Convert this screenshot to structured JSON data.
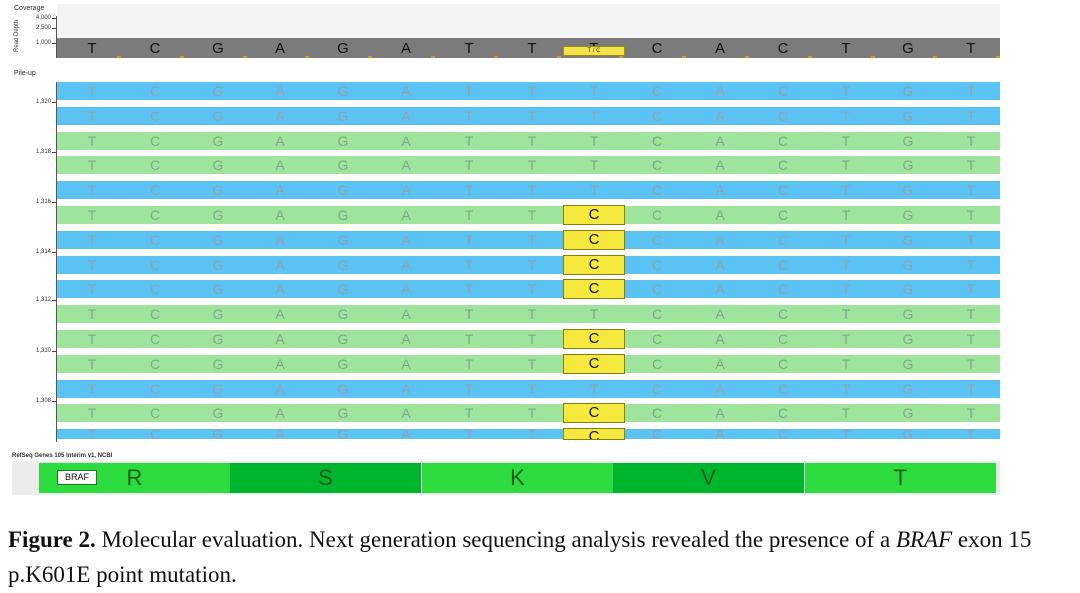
{
  "coverage": {
    "panel_label": "Coverage",
    "axis_label": "Read Depth",
    "ticks": [
      "4,000",
      "2,500",
      "1,000"
    ],
    "reference_bases": [
      "T",
      "C",
      "G",
      "A",
      "G",
      "A",
      "T",
      "T",
      "T",
      "C",
      "A",
      "C",
      "T",
      "G",
      "T"
    ],
    "variant_column": 8,
    "variant_label": "T / C"
  },
  "pileup": {
    "panel_label": "Pile-up",
    "position_ticks": [
      "1,320",
      "1,318",
      "1,316",
      "1,314",
      "1,312",
      "1,310",
      "1,308"
    ],
    "reads": [
      {
        "strand": "forward",
        "color": "blue",
        "bases": [
          "T",
          "C",
          "G",
          "A",
          "G",
          "A",
          "T",
          "T",
          "T",
          "C",
          "A",
          "C",
          "T",
          "G",
          "T"
        ]
      },
      {
        "strand": "forward",
        "color": "blue",
        "bases": [
          "T",
          "C",
          "G",
          "A",
          "G",
          "A",
          "T",
          "T",
          "T",
          "C",
          "A",
          "C",
          "T",
          "G",
          "T"
        ]
      },
      {
        "strand": "reverse",
        "color": "green",
        "bases": [
          "T",
          "C",
          "G",
          "A",
          "G",
          "A",
          "T",
          "T",
          "T",
          "C",
          "A",
          "C",
          "T",
          "G",
          "T"
        ]
      },
      {
        "strand": "reverse",
        "color": "green",
        "bases": [
          "T",
          "C",
          "G",
          "A",
          "G",
          "A",
          "T",
          "T",
          "T",
          "C",
          "A",
          "C",
          "T",
          "G",
          "T"
        ]
      },
      {
        "strand": "forward",
        "color": "blue",
        "bases": [
          "T",
          "C",
          "G",
          "A",
          "G",
          "A",
          "T",
          "T",
          "T",
          "C",
          "A",
          "C",
          "T",
          "G",
          "T"
        ]
      },
      {
        "strand": "reverse",
        "color": "green",
        "bases": [
          "T",
          "C",
          "G",
          "A",
          "G",
          "A",
          "T",
          "T",
          "C",
          "C",
          "A",
          "C",
          "T",
          "G",
          "T"
        ],
        "variant": true
      },
      {
        "strand": "forward",
        "color": "blue",
        "bases": [
          "T",
          "C",
          "G",
          "A",
          "G",
          "A",
          "T",
          "T",
          "C",
          "C",
          "A",
          "C",
          "T",
          "G",
          "T"
        ],
        "variant": true
      },
      {
        "strand": "forward",
        "color": "blue",
        "bases": [
          "T",
          "C",
          "G",
          "A",
          "G",
          "A",
          "T",
          "T",
          "C",
          "C",
          "A",
          "C",
          "T",
          "G",
          "T"
        ],
        "variant": true
      },
      {
        "strand": "forward",
        "color": "blue",
        "bases": [
          "T",
          "C",
          "G",
          "A",
          "G",
          "A",
          "T",
          "T",
          "C",
          "C",
          "A",
          "C",
          "T",
          "G",
          "T"
        ],
        "variant": true
      },
      {
        "strand": "reverse",
        "color": "green",
        "bases": [
          "T",
          "C",
          "G",
          "A",
          "G",
          "A",
          "T",
          "T",
          "T",
          "C",
          "A",
          "C",
          "T",
          "G",
          "T"
        ]
      },
      {
        "strand": "reverse",
        "color": "green",
        "bases": [
          "T",
          "C",
          "G",
          "A",
          "G",
          "A",
          "T",
          "T",
          "C",
          "C",
          "A",
          "C",
          "T",
          "G",
          "T"
        ],
        "variant": true
      },
      {
        "strand": "reverse",
        "color": "green",
        "bases": [
          "T",
          "C",
          "G",
          "A",
          "G",
          "A",
          "T",
          "T",
          "C",
          "C",
          "A",
          "C",
          "T",
          "G",
          "T"
        ],
        "variant": true
      },
      {
        "strand": "forward",
        "color": "blue",
        "bases": [
          "T",
          "C",
          "G",
          "A",
          "G",
          "A",
          "T",
          "T",
          "T",
          "C",
          "A",
          "C",
          "T",
          "G",
          "T"
        ]
      },
      {
        "strand": "reverse",
        "color": "green",
        "bases": [
          "T",
          "C",
          "G",
          "A",
          "G",
          "A",
          "T",
          "T",
          "C",
          "C",
          "A",
          "C",
          "T",
          "G",
          "T"
        ],
        "variant": true
      },
      {
        "strand": "forward",
        "color": "blue",
        "bases": [
          "T",
          "C",
          "G",
          "A",
          "G",
          "A",
          "T",
          "T",
          "C",
          "C",
          "A",
          "C",
          "T",
          "G",
          "T"
        ],
        "variant": true
      }
    ]
  },
  "gene_track": {
    "source_label": "RefSeq Genes 105 Interim v1, NCBI",
    "gene": "BRAF",
    "amino_acids": [
      "R",
      "S",
      "K",
      "V",
      "T"
    ]
  },
  "colors": {
    "forward_read": "#5bc3f3",
    "reverse_read": "#9ee49d",
    "variant": "#f6e93d",
    "gene_dark": "#00b52e",
    "gene_light": "#2cdc3e"
  },
  "caption": {
    "label": "Figure 2.",
    "text_before_gene": " Molecular evaluation. Next generation sequencing analysis revealed the presence of a ",
    "gene": "BRAF",
    "text_after_gene": " exon 15 p.K601E point mutation."
  }
}
